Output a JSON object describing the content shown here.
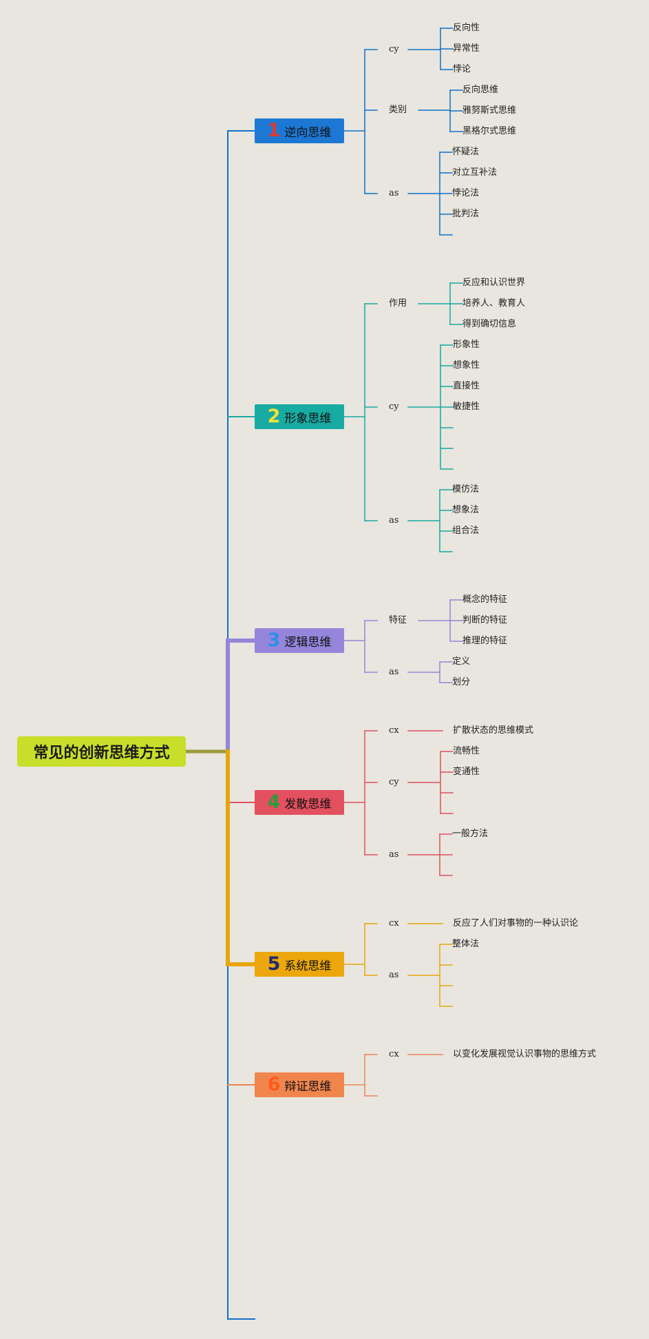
{
  "root": {
    "label": "常见的创新思维方式"
  },
  "branches": [
    {
      "number": "1",
      "label": "逆向思维",
      "color": "#1171c9",
      "boxColor": "#1d78d4",
      "numColor": "#e03a2e",
      "subs": [
        {
          "label": "cy",
          "items": [
            "反向性",
            "异常性",
            "悖论"
          ]
        },
        {
          "label": "类别",
          "items": [
            "反向思维",
            "雅努斯式思维",
            "黑格尔式思维"
          ]
        },
        {
          "label": "as",
          "items": [
            "怀疑法",
            "对立互补法",
            "悖论法",
            "批判法",
            ""
          ]
        }
      ]
    },
    {
      "number": "2",
      "label": "形象思维",
      "color": "#17a8a0",
      "boxColor": "#17aba2",
      "numColor": "#f2e13a",
      "subs": [
        {
          "label": "作用",
          "items": [
            "反应和认识世界",
            "培养人、教育人",
            "得到确切信息"
          ]
        },
        {
          "label": "cy",
          "items": [
            "形象性",
            "想象性",
            "直接性",
            "敏捷性",
            "",
            "",
            ""
          ]
        },
        {
          "label": "as",
          "items": [
            "模仿法",
            "想象法",
            "组合法",
            ""
          ]
        }
      ]
    },
    {
      "number": "3",
      "label": "逻辑思维",
      "color": "#9486d9",
      "boxColor": "#9586dc",
      "numColor": "#2f8fe6",
      "subs": [
        {
          "label": "特征",
          "items": [
            "概念的特征",
            "判断的特征",
            "推理的特征"
          ]
        },
        {
          "label": "as",
          "items": [
            "定义",
            "划分"
          ]
        }
      ]
    },
    {
      "number": "4",
      "label": "发散思维",
      "color": "#e0505e",
      "boxColor": "#e3505f",
      "numColor": "#2a9a3a",
      "subs": [
        {
          "label": "cx",
          "items": [
            "扩散状态的思维模式"
          ]
        },
        {
          "label": "cy",
          "items": [
            "流畅性",
            "变通性",
            "",
            ""
          ]
        },
        {
          "label": "as",
          "items": [
            "一般方法",
            "",
            ""
          ]
        }
      ]
    },
    {
      "number": "5",
      "label": "系统思维",
      "color": "#e8a60e",
      "boxColor": "#eca70c",
      "numColor": "#1f2a6e",
      "subs": [
        {
          "label": "cx",
          "items": [
            "反应了人们对事物的一种认识论"
          ]
        },
        {
          "label": "as",
          "items": [
            "整体法",
            "",
            "",
            ""
          ]
        }
      ]
    },
    {
      "number": "6",
      "label": "辩证思维",
      "color": "#ee8458",
      "boxColor": "#f0854e",
      "numColor": "#ff5a1a",
      "subs": [
        {
          "label": "cx",
          "items": [
            "以变化发展视觉认识事物的思维方式"
          ]
        },
        {
          "label": "",
          "items": []
        }
      ]
    }
  ]
}
